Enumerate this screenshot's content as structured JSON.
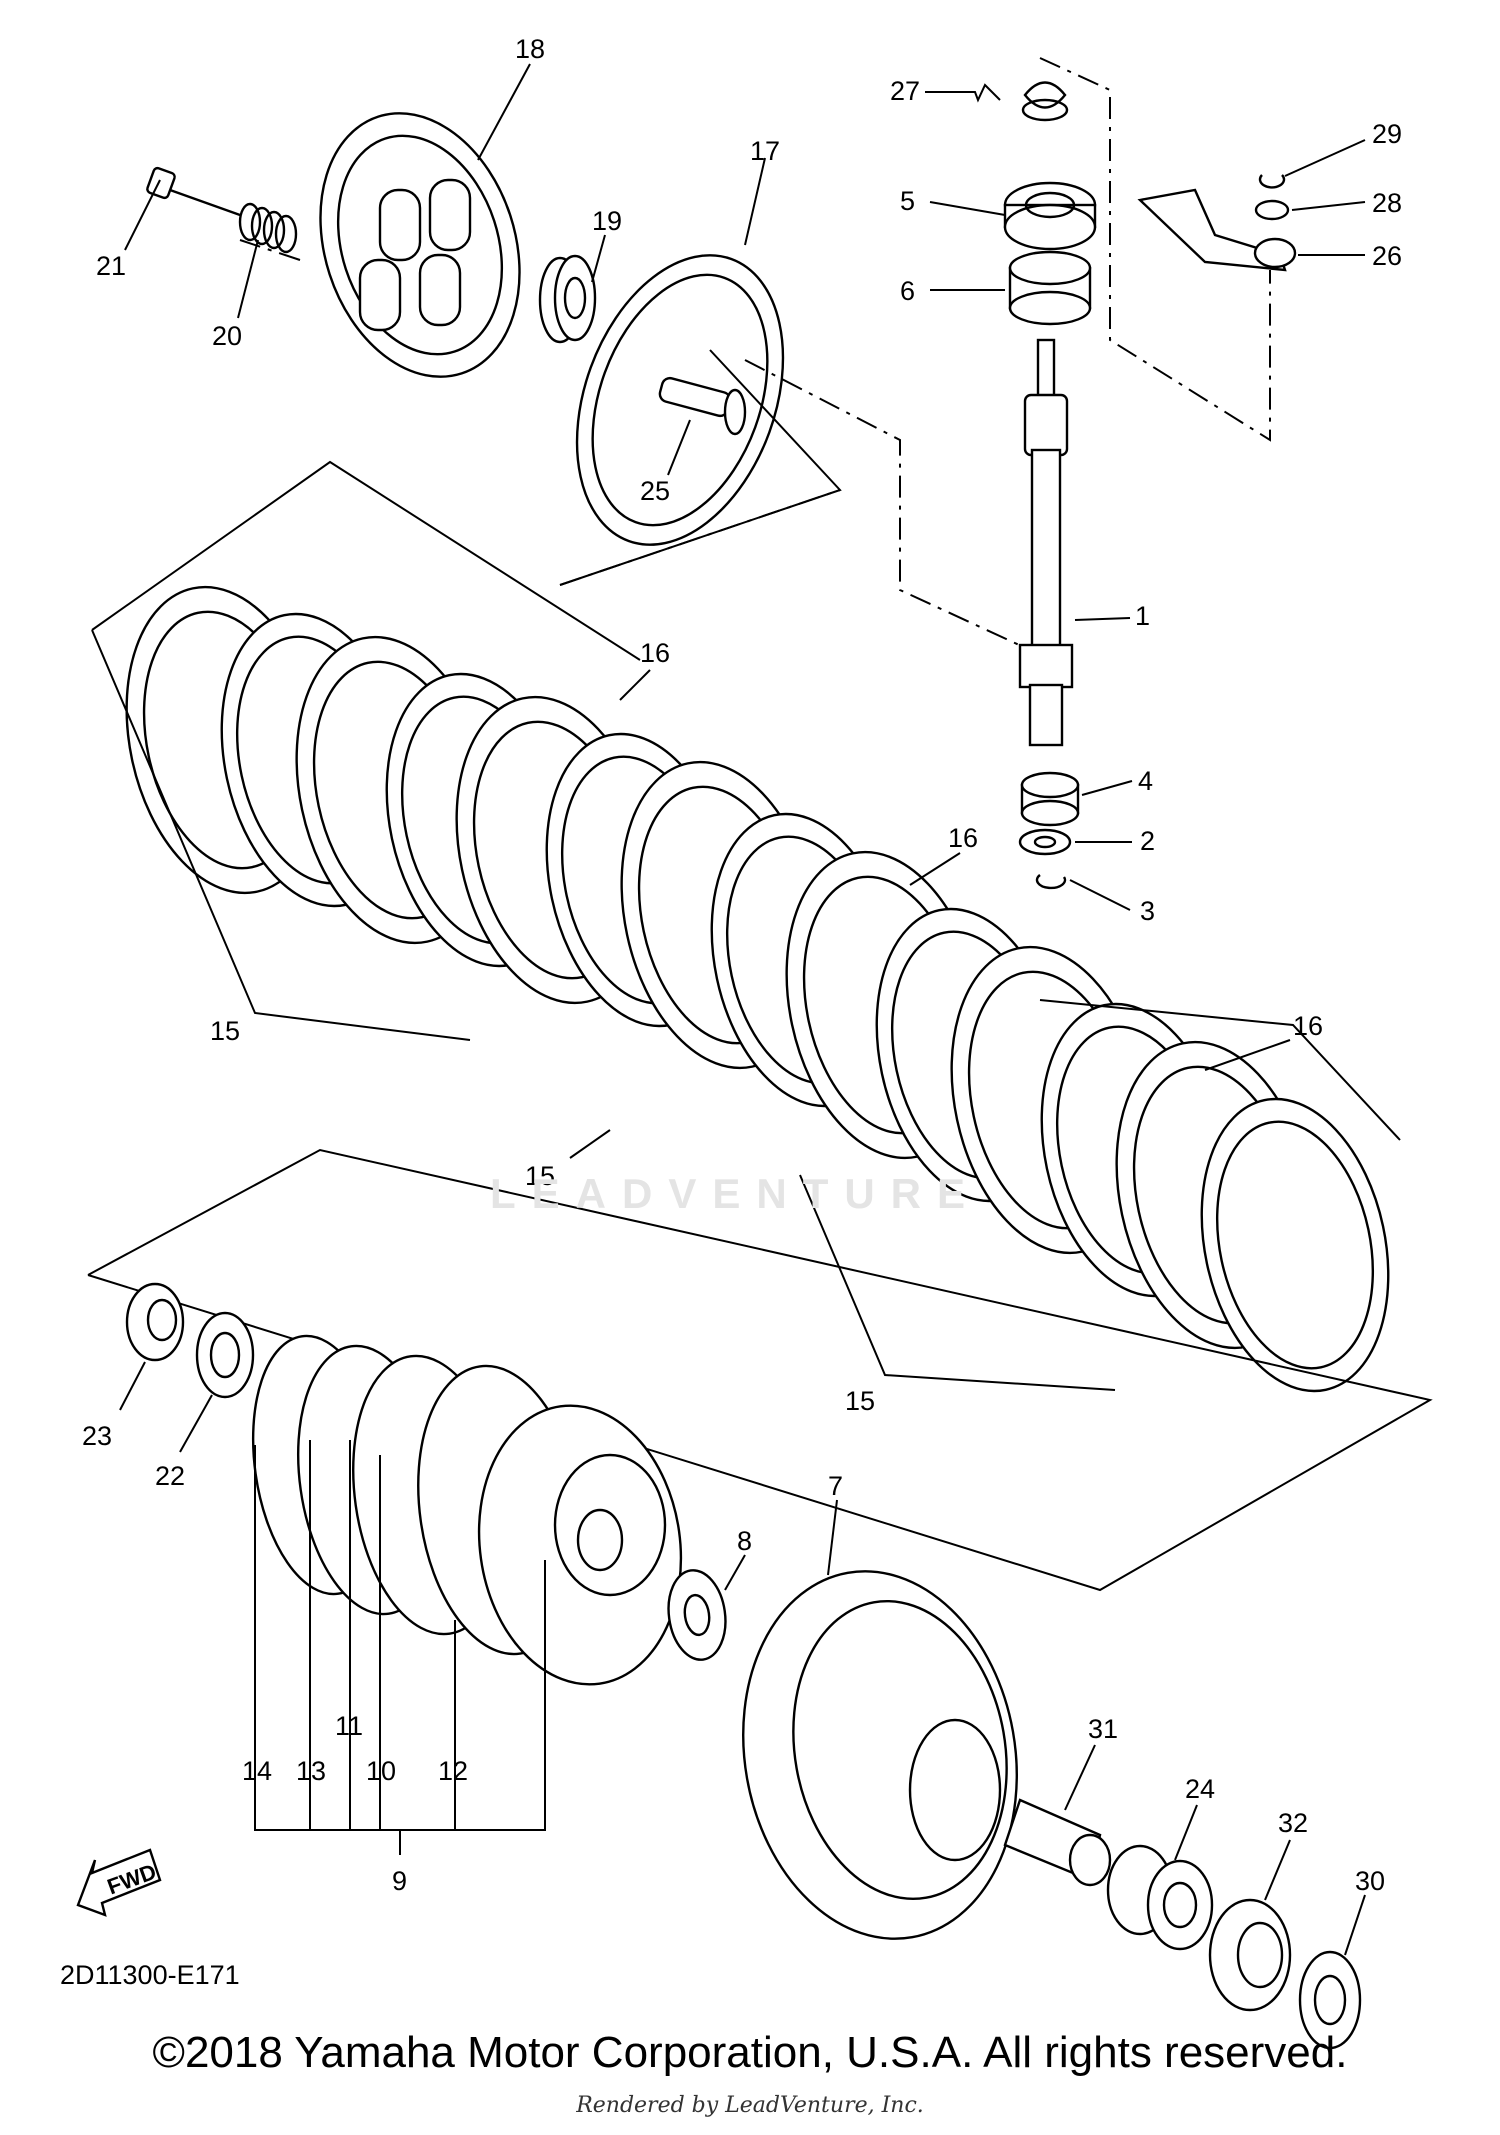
{
  "diagram": {
    "callouts": [
      "1",
      "2",
      "3",
      "4",
      "5",
      "6",
      "7",
      "8",
      "9",
      "10",
      "11",
      "12",
      "13",
      "14",
      "15",
      "15",
      "15",
      "16",
      "16",
      "16",
      "17",
      "18",
      "19",
      "20",
      "21",
      "22",
      "23",
      "24",
      "25",
      "26",
      "27",
      "28",
      "29",
      "30",
      "31",
      "32"
    ],
    "fwd_label": "FWD",
    "reference_code": "2D11300-E171",
    "watermark": "LEADVENTURE"
  },
  "footer": {
    "copyright": "©2018 Yamaha Motor Corporation, U.S.A. All rights reserved.",
    "rendered_by": "Rendered by LeadVenture, Inc."
  }
}
